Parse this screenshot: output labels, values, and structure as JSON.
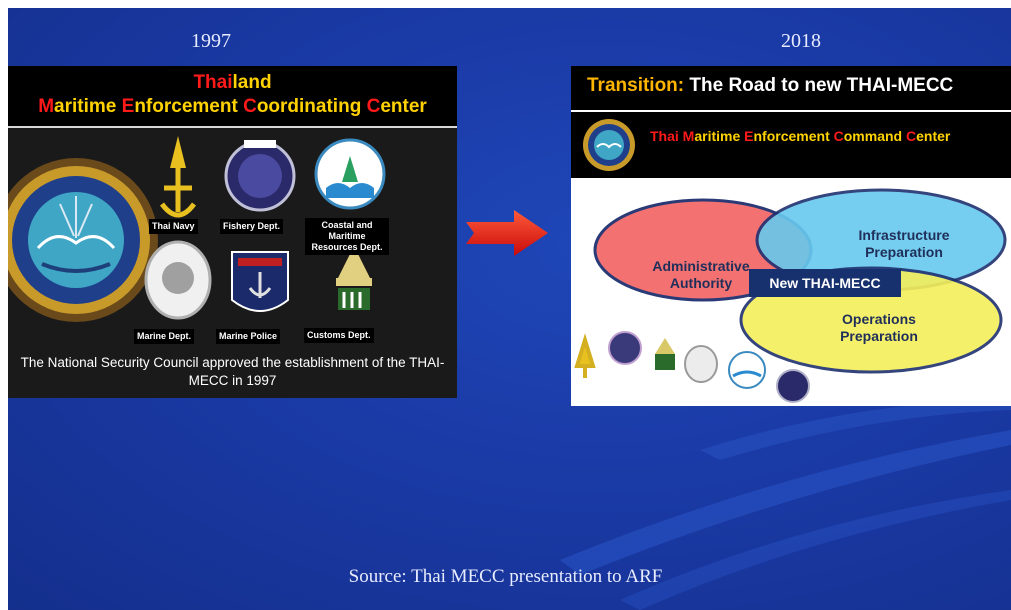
{
  "years": {
    "left": "1997",
    "right": "2018"
  },
  "left_panel": {
    "title_line1_red": "Thai",
    "title_line1_rest": "land",
    "title_line2": [
      {
        "text": "M",
        "red": true
      },
      {
        "text": "aritime ",
        "red": false
      },
      {
        "text": "E",
        "red": true
      },
      {
        "text": "nforcement ",
        "red": false
      },
      {
        "text": "C",
        "red": true
      },
      {
        "text": "oordinating ",
        "red": false
      },
      {
        "text": "C",
        "red": true
      },
      {
        "text": "enter",
        "red": false
      }
    ],
    "agencies": {
      "navy": "Thai Navy",
      "fishery": "Fishery Dept.",
      "coastal": "Coastal and Maritime Resources Dept.",
      "marine": "Marine Dept.",
      "police": "Marine Police",
      "customs": "Customs Dept."
    },
    "caption": "The National Security Council approved the establishment of the THAI-MECC in 1997"
  },
  "right_panel": {
    "title_prefix": "Transition:",
    "title_rest": " The Road to new THAI-MECC",
    "band_title": [
      {
        "text": "Thai ",
        "red": true
      },
      {
        "text": "M",
        "red": true
      },
      {
        "text": "aritime ",
        "red": false
      },
      {
        "text": "E",
        "red": true
      },
      {
        "text": "nforcement ",
        "red": false
      },
      {
        "text": "C",
        "red": true
      },
      {
        "text": "ommand ",
        "red": false
      },
      {
        "text": "C",
        "red": true
      },
      {
        "text": "enter",
        "red": false
      }
    ],
    "venn": {
      "admin": "Administrative Authority",
      "infra": "Infrastructure Preparation",
      "ops": "Operations Preparation",
      "center": "New THAI-MECC"
    }
  },
  "source": "Source: Thai MECC presentation to ARF",
  "colors": {
    "background": "#1a3aa6",
    "gold": "#ffd200",
    "red": "#ff1a1a",
    "venn_red": "#f46a6a",
    "venn_blue": "#67c9ee",
    "venn_yellow": "#f5ef5a"
  }
}
